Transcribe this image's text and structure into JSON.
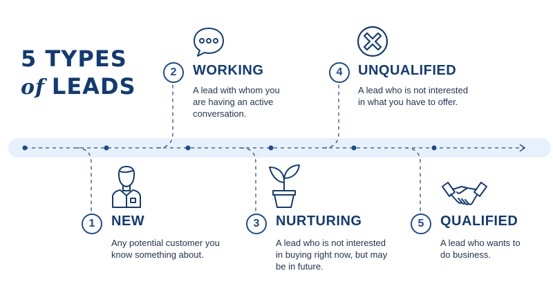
{
  "title": {
    "line1": "5 TYPES",
    "of": "of",
    "line2": "LEADS"
  },
  "stages": [
    {
      "number": "1",
      "title": "NEW",
      "icon": "person-icon",
      "desc_lines": [
        "Any potential customer you",
        "know something about."
      ]
    },
    {
      "number": "2",
      "title": "WORKING",
      "icon": "chat-bubble-icon",
      "desc_lines": [
        "A lead with whom you",
        "are having an active",
        "conversation."
      ]
    },
    {
      "number": "3",
      "title": "NURTURING",
      "icon": "plant-icon",
      "desc_lines": [
        "A lead who is not interested",
        "in buying right now, but may",
        "be in future."
      ]
    },
    {
      "number": "4",
      "title": "UNQUALIFIED",
      "icon": "x-circle-icon",
      "desc_lines": [
        "A lead who is not interested",
        "in what you have to offer."
      ]
    },
    {
      "number": "5",
      "title": "QUALIFIED",
      "icon": "handshake-icon",
      "desc_lines": [
        "A lead who wants to",
        "do business."
      ]
    }
  ],
  "colors": {
    "navy": "#123a74",
    "band": "#e6f1fb",
    "line": "#2a4f86"
  }
}
